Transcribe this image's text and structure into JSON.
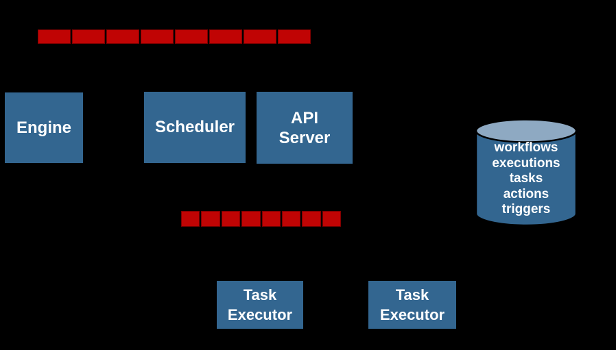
{
  "diagram": {
    "nodes": {
      "engine": {
        "label": "Engine"
      },
      "scheduler": {
        "label": "Scheduler"
      },
      "api_server": {
        "lines": [
          "API",
          "Server"
        ]
      },
      "task_executor_1": {
        "lines": [
          "Task",
          "Executor"
        ]
      },
      "task_executor_2": {
        "lines": [
          "Task",
          "Executor"
        ]
      }
    },
    "queues": {
      "top": {
        "segments": 8
      },
      "bottom": {
        "segments": 8
      }
    },
    "database": {
      "items": [
        "workflows",
        "executions",
        "tasks",
        "actions",
        "triggers"
      ]
    },
    "colors": {
      "background": "#000000",
      "node_fill": "#336690",
      "queue_fill": "#c00404",
      "queue_border": "#7f0000",
      "db_body": "#336690",
      "db_top": "#8ea9c2",
      "db_outline": "#000000",
      "label_text": "#ffffff"
    }
  }
}
